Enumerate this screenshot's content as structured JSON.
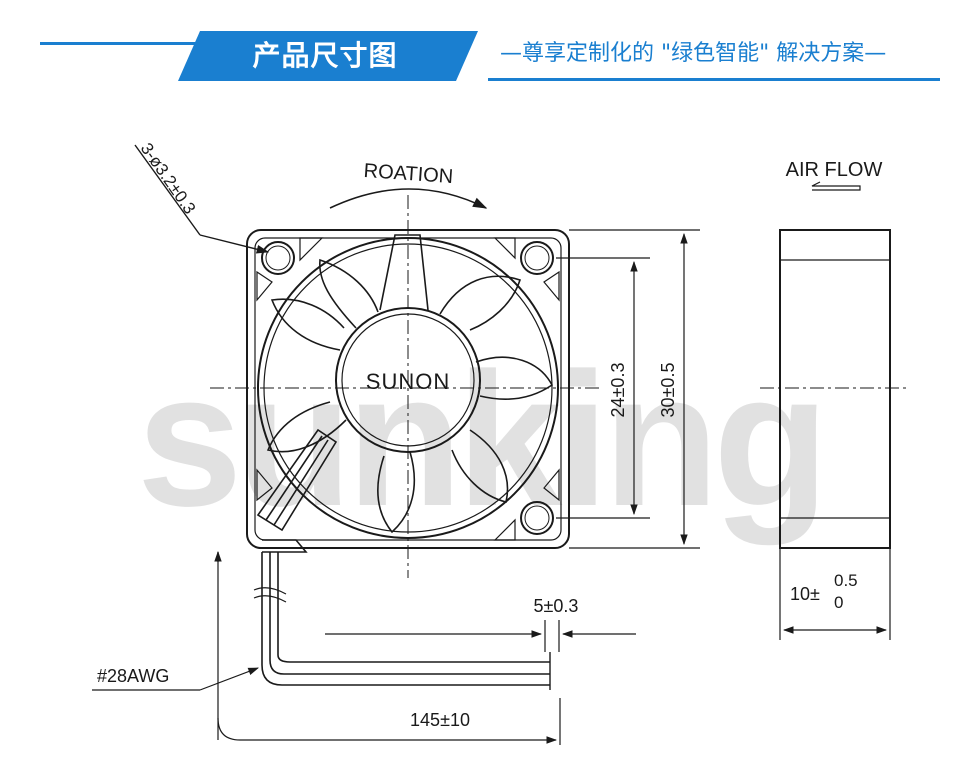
{
  "header": {
    "title": "产品尺寸图",
    "slogan": "—尊享定制化的 \"绿色智能\" 解决方案—",
    "accent_color": "#1a7fd0"
  },
  "watermark": {
    "text": "sunking",
    "color": "#d9d9d9"
  },
  "drawing": {
    "hole_label": "3-ø3.2±0.3",
    "rotation_label": "ROATION",
    "airflow_label": "AIR FLOW",
    "brand_label": "SUNON",
    "hole_spacing_label": "24±0.3",
    "frame_size_label": "30±0.5",
    "thickness_label": "10±",
    "thickness_tol_upper": "0.5",
    "thickness_tol_lower": "0",
    "wire_strip_label": "5±0.3",
    "wire_gauge_label": "#28AWG",
    "wire_length_label": "145±10",
    "line_color": "#1a1a1a"
  }
}
